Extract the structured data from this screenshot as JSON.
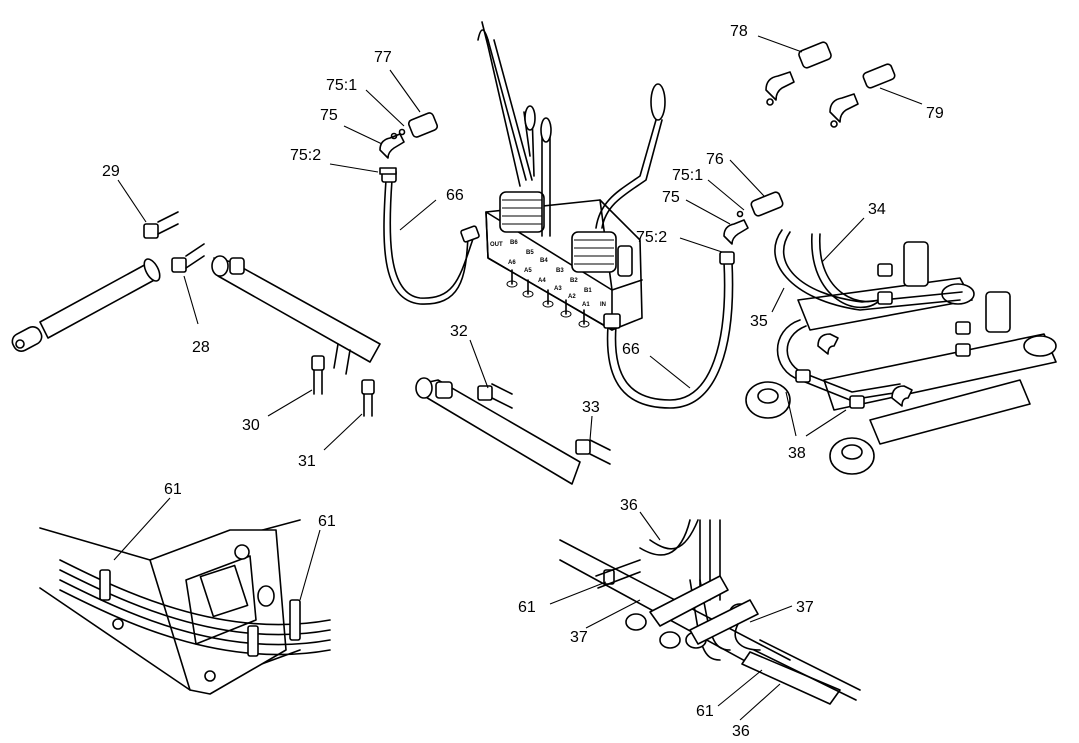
{
  "callouts": {
    "c77": "77",
    "c75_1a": "75:1",
    "c75a": "75",
    "c75_2a": "75:2",
    "c66a": "66",
    "c29": "29",
    "c28": "28",
    "c30": "30",
    "c31": "31",
    "c78": "78",
    "c79": "79",
    "c76": "76",
    "c75_1b": "75:1",
    "c75b": "75",
    "c75_2b": "75:2",
    "c34": "34",
    "c35": "35",
    "c38": "38",
    "c32": "32",
    "c33": "33",
    "c66b": "66",
    "c61a": "61",
    "c61b": "61",
    "c36a": "36",
    "c61c": "61",
    "c37a": "37",
    "c37b": "37",
    "c61d": "61",
    "c36b": "36"
  },
  "valve_ports": {
    "out": "OUT",
    "in": "IN",
    "b6": "B6",
    "b5": "B5",
    "b4": "B4",
    "b3": "B3",
    "b2": "B2",
    "b1": "B1",
    "a6": "A6",
    "a5": "A5",
    "a4": "A4",
    "a3": "A3",
    "a2": "A2",
    "a1": "A1"
  }
}
